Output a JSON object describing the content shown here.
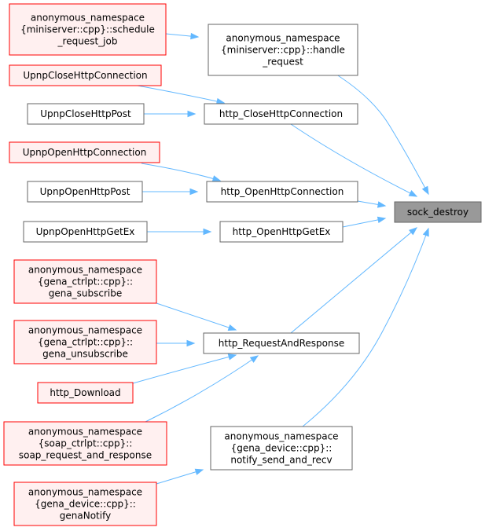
{
  "nodes": {
    "sock_destroy": {
      "lines": [
        "sock_destroy"
      ],
      "style": "root"
    },
    "handle_request": {
      "lines": [
        "anonymous_namespace",
        "{miniserver::cpp}::handle",
        "_request"
      ],
      "style": "normal"
    },
    "schedule_request_job": {
      "lines": [
        "anonymous_namespace",
        "{miniserver::cpp}::schedule",
        "_request_job"
      ],
      "style": "red"
    },
    "http_CloseHttpConnection": {
      "lines": [
        "http_CloseHttpConnection"
      ],
      "style": "normal"
    },
    "UpnpCloseHttpConnection": {
      "lines": [
        "UpnpCloseHttpConnection"
      ],
      "style": "red"
    },
    "UpnpCloseHttpPost": {
      "lines": [
        "UpnpCloseHttpPost"
      ],
      "style": "normal"
    },
    "http_OpenHttpConnection": {
      "lines": [
        "http_OpenHttpConnection"
      ],
      "style": "normal"
    },
    "UpnpOpenHttpConnection": {
      "lines": [
        "UpnpOpenHttpConnection"
      ],
      "style": "red"
    },
    "UpnpOpenHttpPost": {
      "lines": [
        "UpnpOpenHttpPost"
      ],
      "style": "normal"
    },
    "http_OpenHttpGetEx": {
      "lines": [
        "http_OpenHttpGetEx"
      ],
      "style": "normal"
    },
    "UpnpOpenHttpGetEx": {
      "lines": [
        "UpnpOpenHttpGetEx"
      ],
      "style": "normal"
    },
    "http_RequestAndResponse": {
      "lines": [
        "http_RequestAndResponse"
      ],
      "style": "normal"
    },
    "gena_subscribe": {
      "lines": [
        "anonymous_namespace",
        "{gena_ctrlpt::cpp}::",
        "gena_subscribe"
      ],
      "style": "red"
    },
    "gena_unsubscribe": {
      "lines": [
        "anonymous_namespace",
        "{gena_ctrlpt::cpp}::",
        "gena_unsubscribe"
      ],
      "style": "red"
    },
    "http_Download": {
      "lines": [
        "http_Download"
      ],
      "style": "red"
    },
    "soap_request_and_response": {
      "lines": [
        "anonymous_namespace",
        "{soap_ctrlpt::cpp}::",
        "soap_request_and_response"
      ],
      "style": "red"
    },
    "notify_send_and_recv": {
      "lines": [
        "anonymous_namespace",
        "{gena_device::cpp}::",
        "notify_send_and_recv"
      ],
      "style": "normal"
    },
    "genaNotify": {
      "lines": [
        "anonymous_namespace",
        "{gena_device::cpp}::",
        "genaNotify"
      ],
      "style": "red"
    }
  },
  "edges": [
    {
      "from": "schedule_request_job",
      "to": "handle_request"
    },
    {
      "from": "handle_request",
      "to": "sock_destroy"
    },
    {
      "from": "UpnpCloseHttpConnection",
      "to": "http_CloseHttpConnection"
    },
    {
      "from": "UpnpCloseHttpPost",
      "to": "http_CloseHttpConnection"
    },
    {
      "from": "http_CloseHttpConnection",
      "to": "sock_destroy"
    },
    {
      "from": "UpnpOpenHttpConnection",
      "to": "http_OpenHttpConnection"
    },
    {
      "from": "UpnpOpenHttpPost",
      "to": "http_OpenHttpConnection"
    },
    {
      "from": "http_OpenHttpConnection",
      "to": "sock_destroy"
    },
    {
      "from": "UpnpOpenHttpGetEx",
      "to": "http_OpenHttpGetEx"
    },
    {
      "from": "http_OpenHttpGetEx",
      "to": "sock_destroy"
    },
    {
      "from": "http_RequestAndResponse",
      "to": "sock_destroy"
    },
    {
      "from": "gena_subscribe",
      "to": "http_RequestAndResponse"
    },
    {
      "from": "gena_unsubscribe",
      "to": "http_RequestAndResponse"
    },
    {
      "from": "http_Download",
      "to": "http_RequestAndResponse"
    },
    {
      "from": "soap_request_and_response",
      "to": "http_RequestAndResponse"
    },
    {
      "from": "notify_send_and_recv",
      "to": "sock_destroy"
    },
    {
      "from": "genaNotify",
      "to": "notify_send_and_recv"
    }
  ]
}
